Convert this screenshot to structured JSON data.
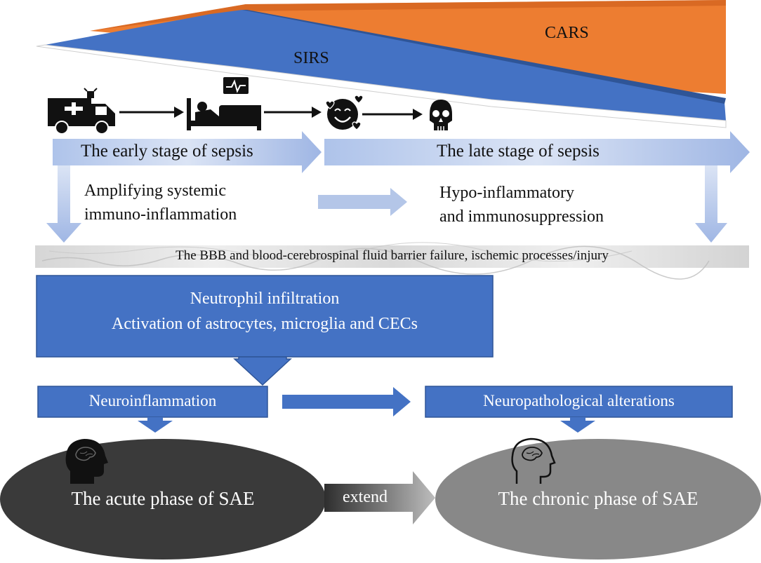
{
  "curves": {
    "sirs": "SIRS",
    "cars": "CARS",
    "sirs_color": "#4472c4",
    "cars_color": "#ed7d31"
  },
  "timeline_icons": [
    "ambulance-icon",
    "hospital-bed-monitor-icon",
    "smiling-face-hearts-icon",
    "skull-icon"
  ],
  "stages": {
    "early": "The early stage of sepsis",
    "late": "The late stage of sepsis"
  },
  "descriptions": {
    "early_line1": "Amplifying  systemic",
    "early_line2": "immuno-inflammation",
    "late_line1": "Hypo-inflammatory",
    "late_line2": "and immunosuppression"
  },
  "barrier": "The BBB and blood-cerebrospinal  fluid barrier failure, ischemic processes/injury",
  "neutrophil_box": {
    "line1": "Neutrophil infiltration",
    "line2": "Activation of astrocytes, microglia  and CECs"
  },
  "neuroinflammation": "Neuroinflammation",
  "neuropathological": "Neuropathological  alterations",
  "acute": "The acute phase of SAE",
  "chronic": "The chronic phase of SAE",
  "extend": "extend",
  "colors": {
    "box_blue": "#4472c4",
    "light_arrow": "#c5d3ee",
    "acute": "#3a3a3a",
    "chronic": "#888888"
  }
}
